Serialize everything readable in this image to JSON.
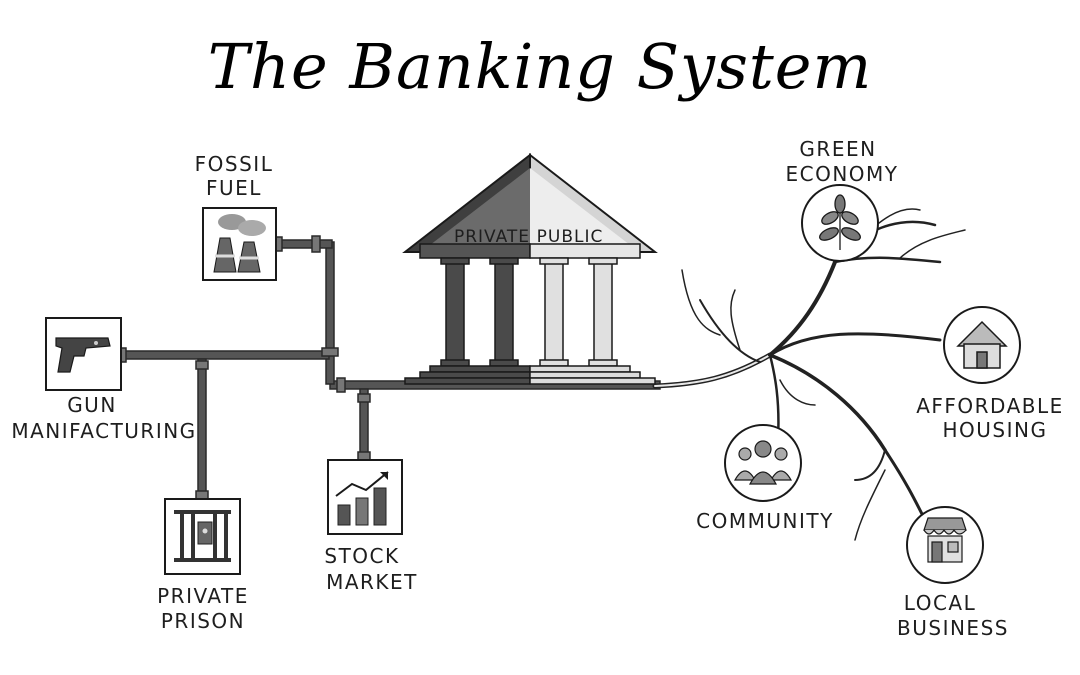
{
  "title": "The Banking System",
  "bank": {
    "left_label": "PRIVATE",
    "right_label": "PUBLIC"
  },
  "left_nodes": {
    "fossil_fuel": [
      "FOSSIL",
      "FUEL"
    ],
    "gun_manufacturing": [
      "GUN",
      "MANIFACTURING"
    ],
    "private_prison": [
      "PRIVATE",
      "PRISON"
    ],
    "stock_market": [
      "STOCK",
      "MARKET"
    ]
  },
  "right_nodes": {
    "green_economy": [
      "GREEN",
      "ECONOMY"
    ],
    "affordable_housing": [
      "AFFORDABLE",
      "HOUSING"
    ],
    "community": [
      "COMMUNITY"
    ],
    "local_business": [
      "LOCAL",
      "BUSINESS"
    ]
  },
  "icons": {
    "fossil_fuel": "factory-icon",
    "gun_manufacturing": "gun-icon",
    "private_prison": "prison-bars-icon",
    "stock_market": "bar-chart-icon",
    "green_economy": "plant-icon",
    "affordable_housing": "house-icon",
    "community": "people-icon",
    "local_business": "storefront-icon"
  },
  "colors": {
    "ink": "#1a1a1a",
    "pipe_dark": "#4a4a4a",
    "private_side": "#3f3f3f",
    "public_side": "#d9d9d9"
  }
}
